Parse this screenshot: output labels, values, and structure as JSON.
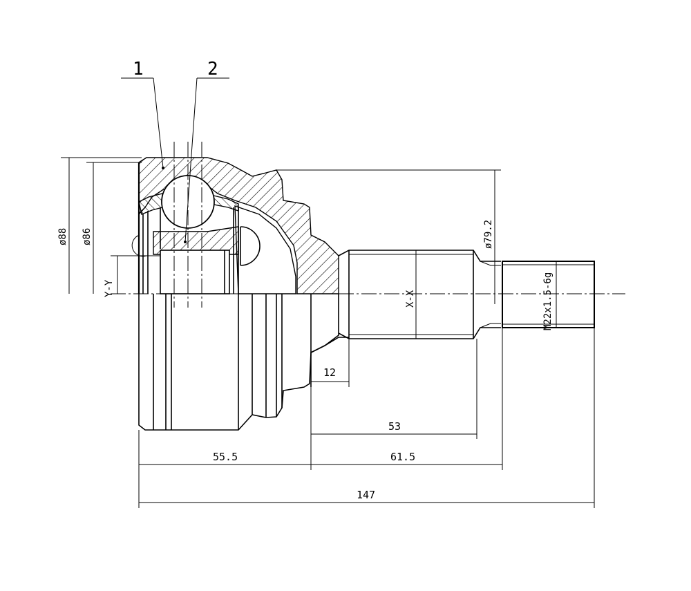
{
  "callouts": [
    {
      "id": "1",
      "text": "1"
    },
    {
      "id": "2",
      "text": "2"
    }
  ],
  "dimensions": {
    "dia_outer": "ø88",
    "dia_inner": "ø86",
    "dia_shaft": "ø79.2",
    "section_y": "Y-Y",
    "section_x": "X-X",
    "thread": "M22x1.5-6g",
    "d12": "12",
    "d53": "53",
    "d55_5": "55.5",
    "d61_5": "61.5",
    "d147": "147"
  },
  "colors": {
    "line": "#000000",
    "background": "#ffffff"
  }
}
